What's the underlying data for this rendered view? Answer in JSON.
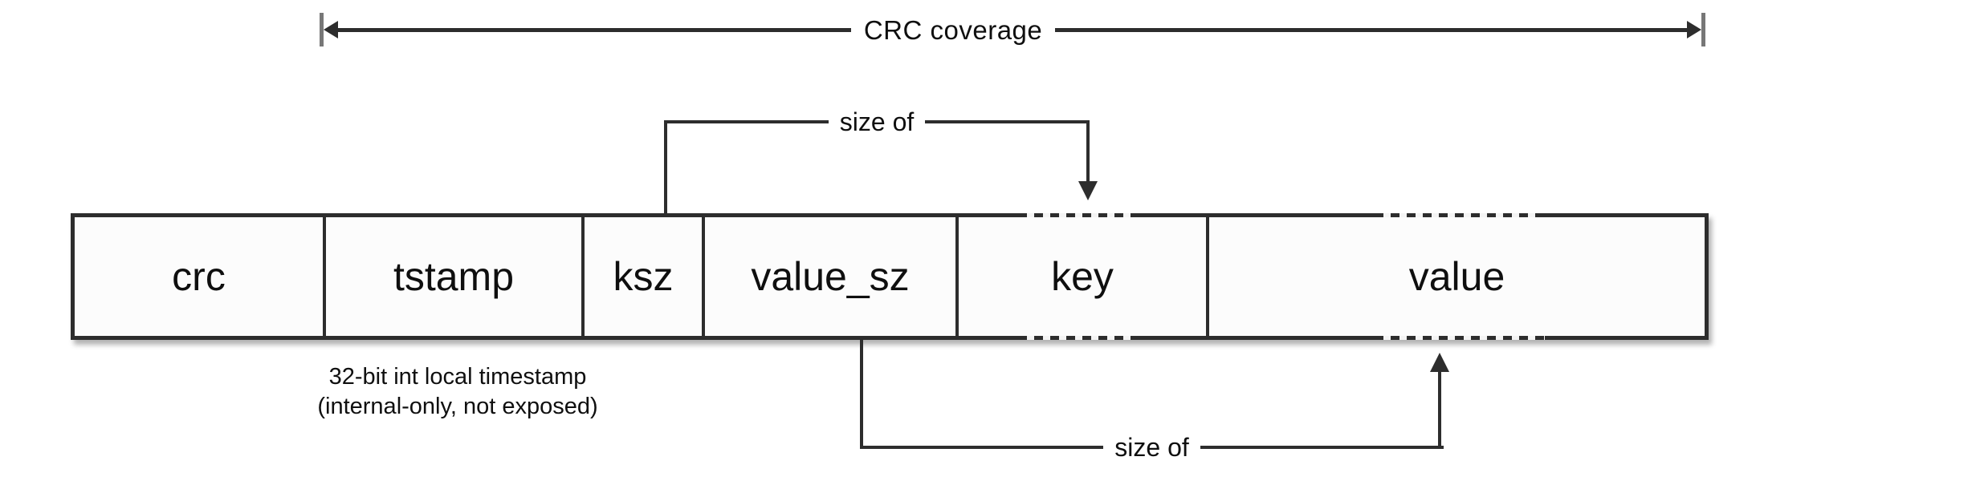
{
  "diagram": {
    "crc_span": {
      "label": "CRC coverage"
    },
    "record": {
      "fields": [
        {
          "id": "crc",
          "label": "crc",
          "variable_length": false
        },
        {
          "id": "tstamp",
          "label": "tstamp",
          "variable_length": false
        },
        {
          "id": "ksz",
          "label": "ksz",
          "variable_length": false
        },
        {
          "id": "value_sz",
          "label": "value_sz",
          "variable_length": false
        },
        {
          "id": "key",
          "label": "key",
          "variable_length": true
        },
        {
          "id": "value",
          "label": "value",
          "variable_length": true
        }
      ]
    },
    "connectors": {
      "ksz_to_key": {
        "label": "size of"
      },
      "value_sz_to_value": {
        "label": "size of"
      }
    },
    "note": {
      "line1": "32-bit int local timestamp",
      "line2": "(internal-only, not exposed)"
    },
    "colors": {
      "line": "#2d2d2d",
      "tick": "#777777",
      "text": "#0f0f0f",
      "background": "#ffffff",
      "cell_fill": "#fcfcfc"
    }
  }
}
